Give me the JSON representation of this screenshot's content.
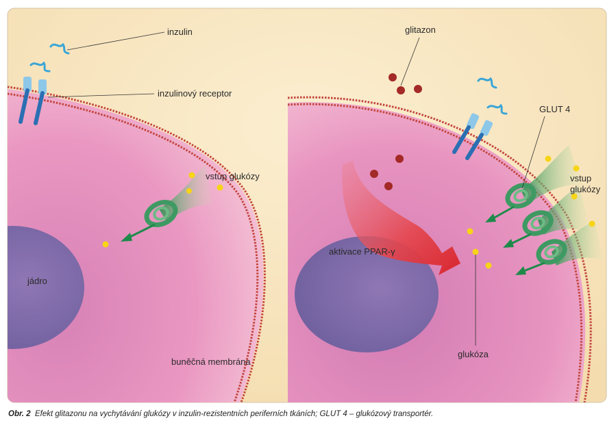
{
  "labels": {
    "insulin": "inzulin",
    "insulin_receptor": "inzulinový receptor",
    "glucose_entry_left": "vstup glukózy",
    "nucleus": "jádro",
    "cell_membrane": "buněčná membrána",
    "glitazone": "glitazon",
    "glut4": "GLUT 4",
    "glucose_entry_right_line1": "vstup",
    "glucose_entry_right_line2": "glukózy",
    "ppar_activation": "aktivace PPAR-γ",
    "glucose": "glukóza"
  },
  "caption": {
    "prefix": "Obr. 2",
    "text": "Efekt glitazonu na vychytávání glukózy v inzulin-rezistentních periferních tkáních; GLUT 4 – glukózový transportér."
  },
  "colors": {
    "background": "#f8e6bf",
    "cytoplasm": "#e58fbd",
    "nucleus": "#7e6aa5",
    "membrane": "#c2443c",
    "glucose": "#f7d416",
    "glitazone": "#a32a26",
    "transporter": "#3e9a62",
    "receptor": "#2b6fb2",
    "insulin": "#3aa5d6",
    "arrow": "#e03636"
  }
}
